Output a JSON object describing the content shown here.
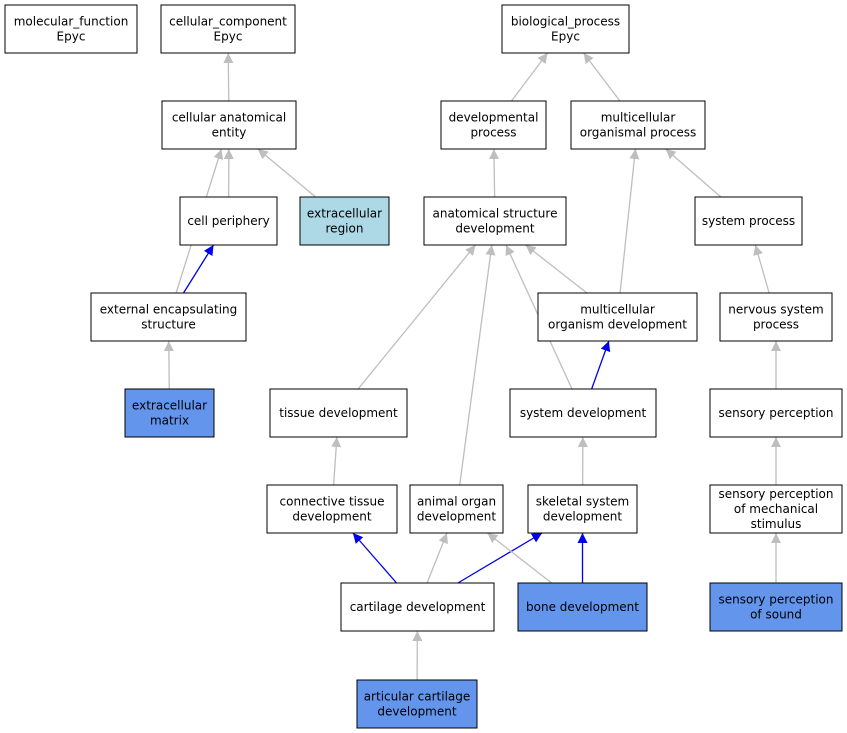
{
  "colors": {
    "node_default": "#ffffff",
    "node_highlight": "#6495ed",
    "node_light": "#add8e6",
    "edge_gray": "#bebebe",
    "edge_blue": "#0000ee"
  },
  "nodes": [
    {
      "id": "mf",
      "lines": [
        "molecular_function",
        "Epyc"
      ],
      "fill": "default"
    },
    {
      "id": "cc",
      "lines": [
        "cellular_component",
        "Epyc"
      ],
      "fill": "default"
    },
    {
      "id": "bp",
      "lines": [
        "biological_process",
        "Epyc"
      ],
      "fill": "default"
    },
    {
      "id": "cae",
      "lines": [
        "cellular anatomical",
        "entity"
      ],
      "fill": "default"
    },
    {
      "id": "dev",
      "lines": [
        "developmental",
        "process"
      ],
      "fill": "default"
    },
    {
      "id": "mop",
      "lines": [
        "multicellular",
        "organismal process"
      ],
      "fill": "default"
    },
    {
      "id": "cp",
      "lines": [
        "cell periphery"
      ],
      "fill": "default"
    },
    {
      "id": "er",
      "lines": [
        "extracellular",
        "region"
      ],
      "fill": "light"
    },
    {
      "id": "asd",
      "lines": [
        "anatomical structure",
        "development"
      ],
      "fill": "default"
    },
    {
      "id": "sp",
      "lines": [
        "system process"
      ],
      "fill": "default"
    },
    {
      "id": "ees",
      "lines": [
        "external encapsulating",
        "structure"
      ],
      "fill": "default"
    },
    {
      "id": "mod",
      "lines": [
        "multicellular",
        "organism development"
      ],
      "fill": "default"
    },
    {
      "id": "nsp",
      "lines": [
        "nervous system",
        "process"
      ],
      "fill": "default"
    },
    {
      "id": "em",
      "lines": [
        "extracellular",
        "matrix"
      ],
      "fill": "highlight"
    },
    {
      "id": "td",
      "lines": [
        "tissue development"
      ],
      "fill": "default"
    },
    {
      "id": "sd",
      "lines": [
        "system development"
      ],
      "fill": "default"
    },
    {
      "id": "spc",
      "lines": [
        "sensory perception"
      ],
      "fill": "default"
    },
    {
      "id": "ctd",
      "lines": [
        "connective tissue",
        "development"
      ],
      "fill": "default"
    },
    {
      "id": "aod",
      "lines": [
        "animal organ",
        "development"
      ],
      "fill": "default"
    },
    {
      "id": "ssd",
      "lines": [
        "skeletal system",
        "development"
      ],
      "fill": "default"
    },
    {
      "id": "spms",
      "lines": [
        "sensory perception",
        "of mechanical",
        "stimulus"
      ],
      "fill": "default"
    },
    {
      "id": "cd",
      "lines": [
        "cartilage development"
      ],
      "fill": "default"
    },
    {
      "id": "bd",
      "lines": [
        "bone development"
      ],
      "fill": "highlight"
    },
    {
      "id": "sps",
      "lines": [
        "sensory perception",
        "of sound"
      ],
      "fill": "highlight"
    },
    {
      "id": "acd",
      "lines": [
        "articular cartilage",
        "development"
      ],
      "fill": "highlight"
    }
  ],
  "edges": [
    {
      "from": "cae",
      "to": "cc",
      "color": "gray"
    },
    {
      "from": "dev",
      "to": "bp",
      "color": "gray"
    },
    {
      "from": "mop",
      "to": "bp",
      "color": "gray"
    },
    {
      "from": "cp",
      "to": "cae",
      "color": "gray"
    },
    {
      "from": "er",
      "to": "cae",
      "color": "gray"
    },
    {
      "from": "ees",
      "to": "cae",
      "color": "gray"
    },
    {
      "from": "ees",
      "to": "cp",
      "color": "blue"
    },
    {
      "from": "em",
      "to": "ees",
      "color": "gray"
    },
    {
      "from": "asd",
      "to": "dev",
      "color": "gray"
    },
    {
      "from": "sp",
      "to": "mop",
      "color": "gray"
    },
    {
      "from": "mod",
      "to": "mop",
      "color": "gray"
    },
    {
      "from": "mod",
      "to": "asd",
      "color": "gray"
    },
    {
      "from": "td",
      "to": "asd",
      "color": "gray"
    },
    {
      "from": "sd",
      "to": "asd",
      "color": "gray"
    },
    {
      "from": "aod",
      "to": "asd",
      "color": "gray"
    },
    {
      "from": "sd",
      "to": "mod",
      "color": "blue"
    },
    {
      "from": "nsp",
      "to": "sp",
      "color": "gray"
    },
    {
      "from": "spc",
      "to": "nsp",
      "color": "gray"
    },
    {
      "from": "spms",
      "to": "spc",
      "color": "gray"
    },
    {
      "from": "sps",
      "to": "spms",
      "color": "gray"
    },
    {
      "from": "ctd",
      "to": "td",
      "color": "gray"
    },
    {
      "from": "ssd",
      "to": "sd",
      "color": "gray"
    },
    {
      "from": "cd",
      "to": "ctd",
      "color": "blue"
    },
    {
      "from": "cd",
      "to": "aod",
      "color": "gray"
    },
    {
      "from": "cd",
      "to": "ssd",
      "color": "blue"
    },
    {
      "from": "bd",
      "to": "aod",
      "color": "gray"
    },
    {
      "from": "bd",
      "to": "ssd",
      "color": "blue"
    },
    {
      "from": "acd",
      "to": "cd",
      "color": "gray"
    }
  ]
}
